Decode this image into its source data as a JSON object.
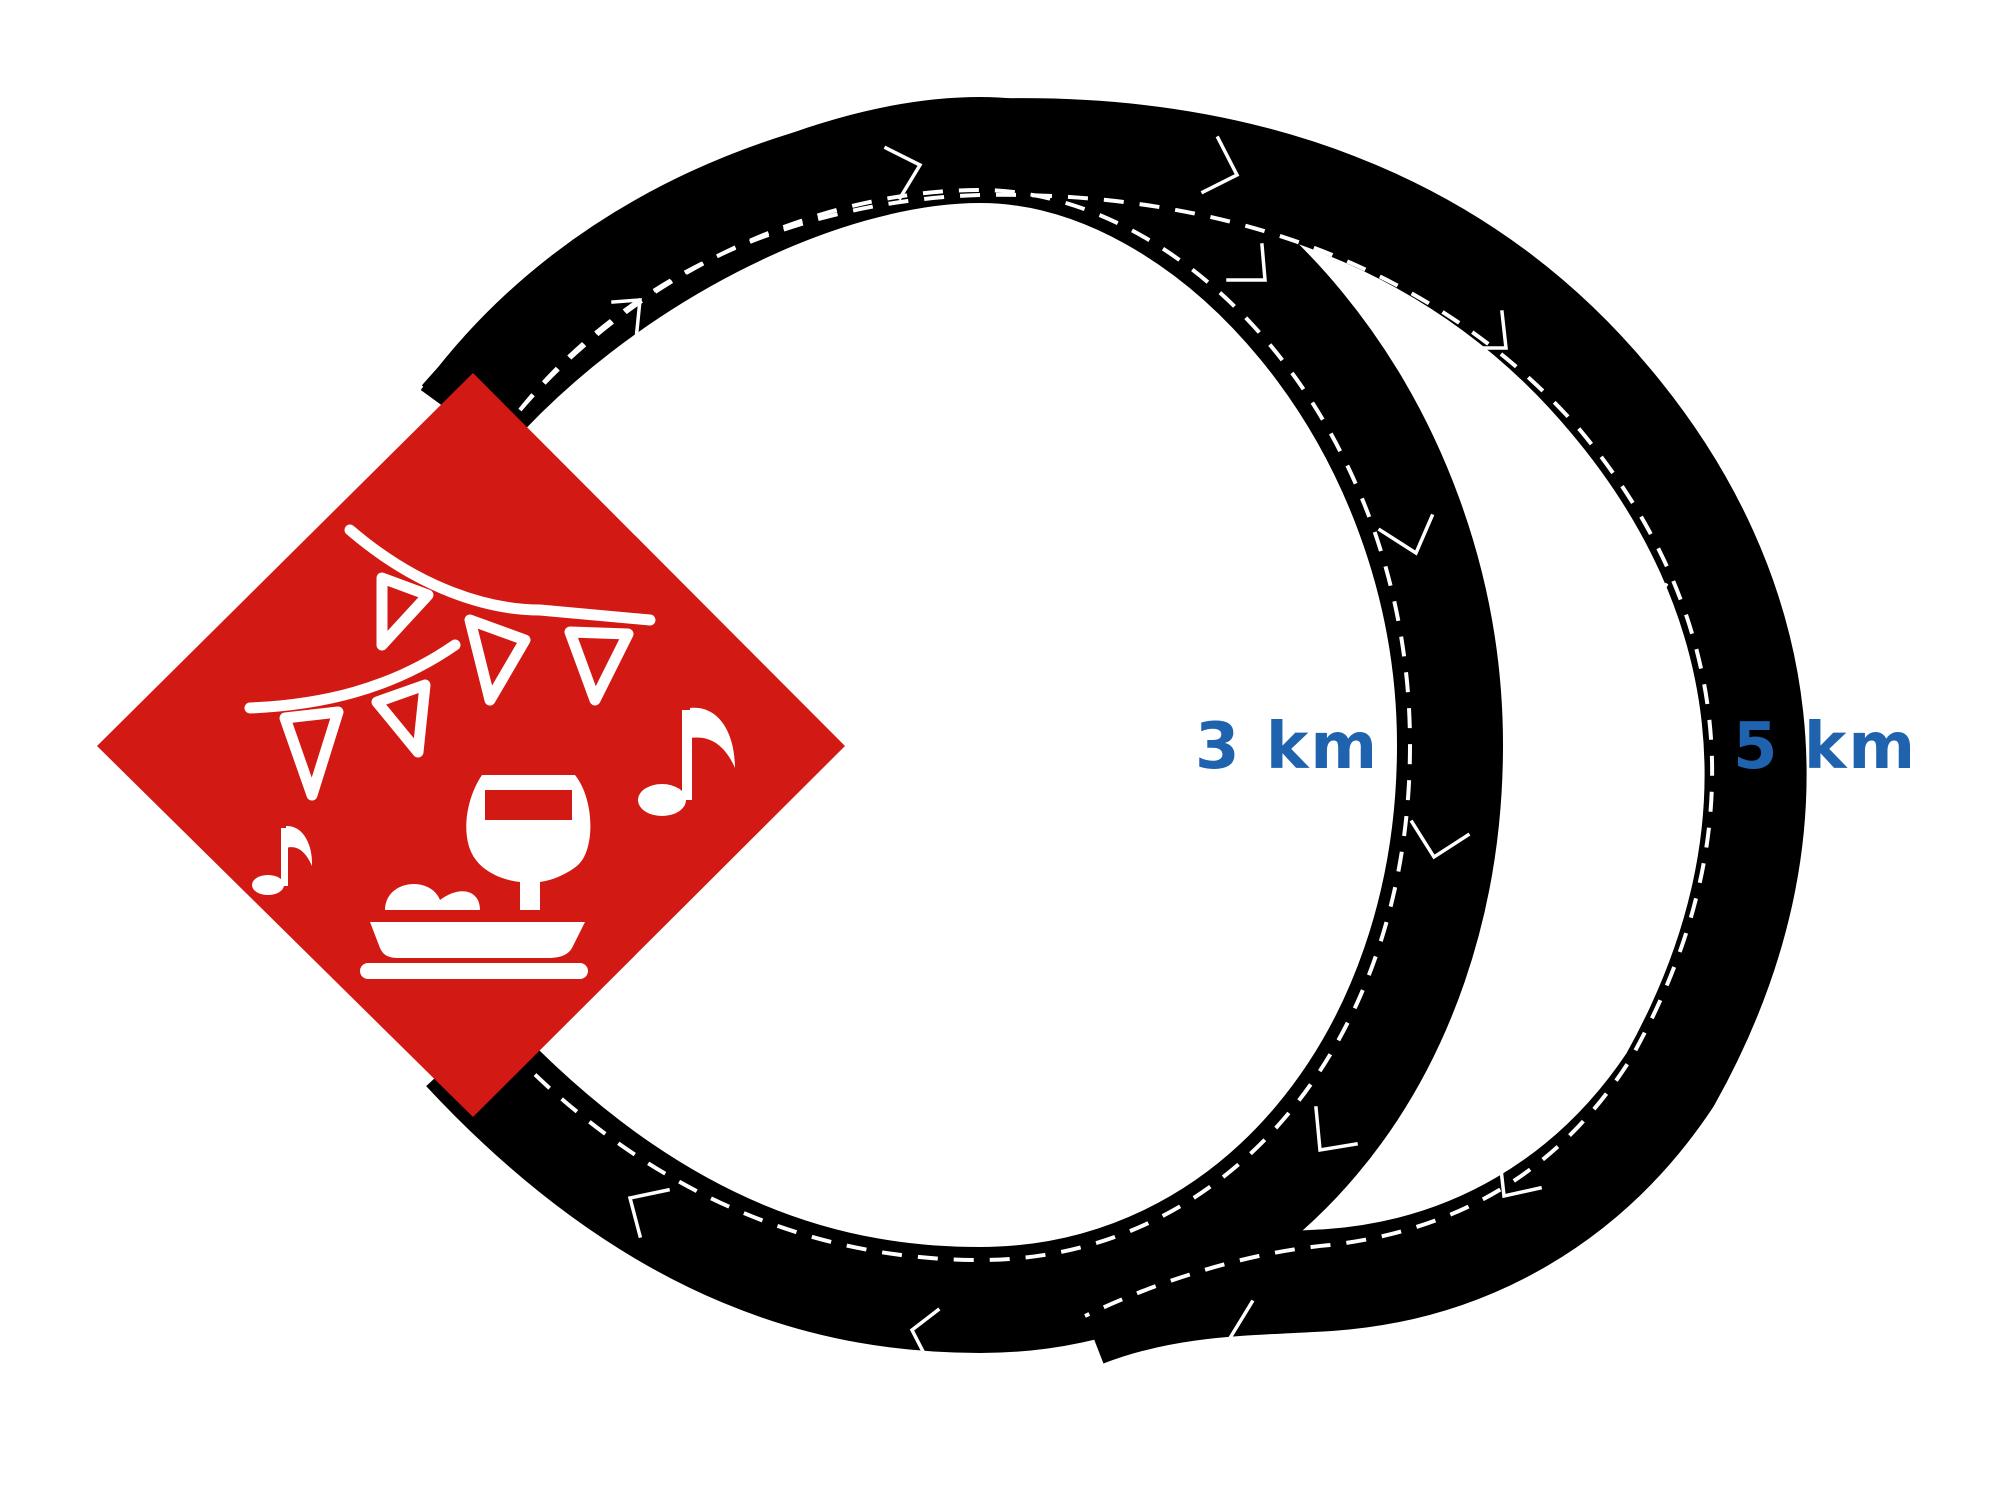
{
  "routes": [
    {
      "id": "inner",
      "distance_label": "3 km"
    },
    {
      "id": "outer",
      "distance_label": "5 km"
    }
  ],
  "colors": {
    "road": "#000000",
    "lane_marking": "#ffffff",
    "diamond": "#d31913",
    "label": "#1f62ad",
    "background": "#ffffff"
  },
  "icons": {
    "start_finish_sign": "festival-diamond-icon",
    "bunting": "bunting-flags-icon",
    "wine": "wine-glass-icon",
    "food": "food-plate-icon",
    "music": "music-note-icon",
    "direction": "chevron-arrow-icon"
  }
}
